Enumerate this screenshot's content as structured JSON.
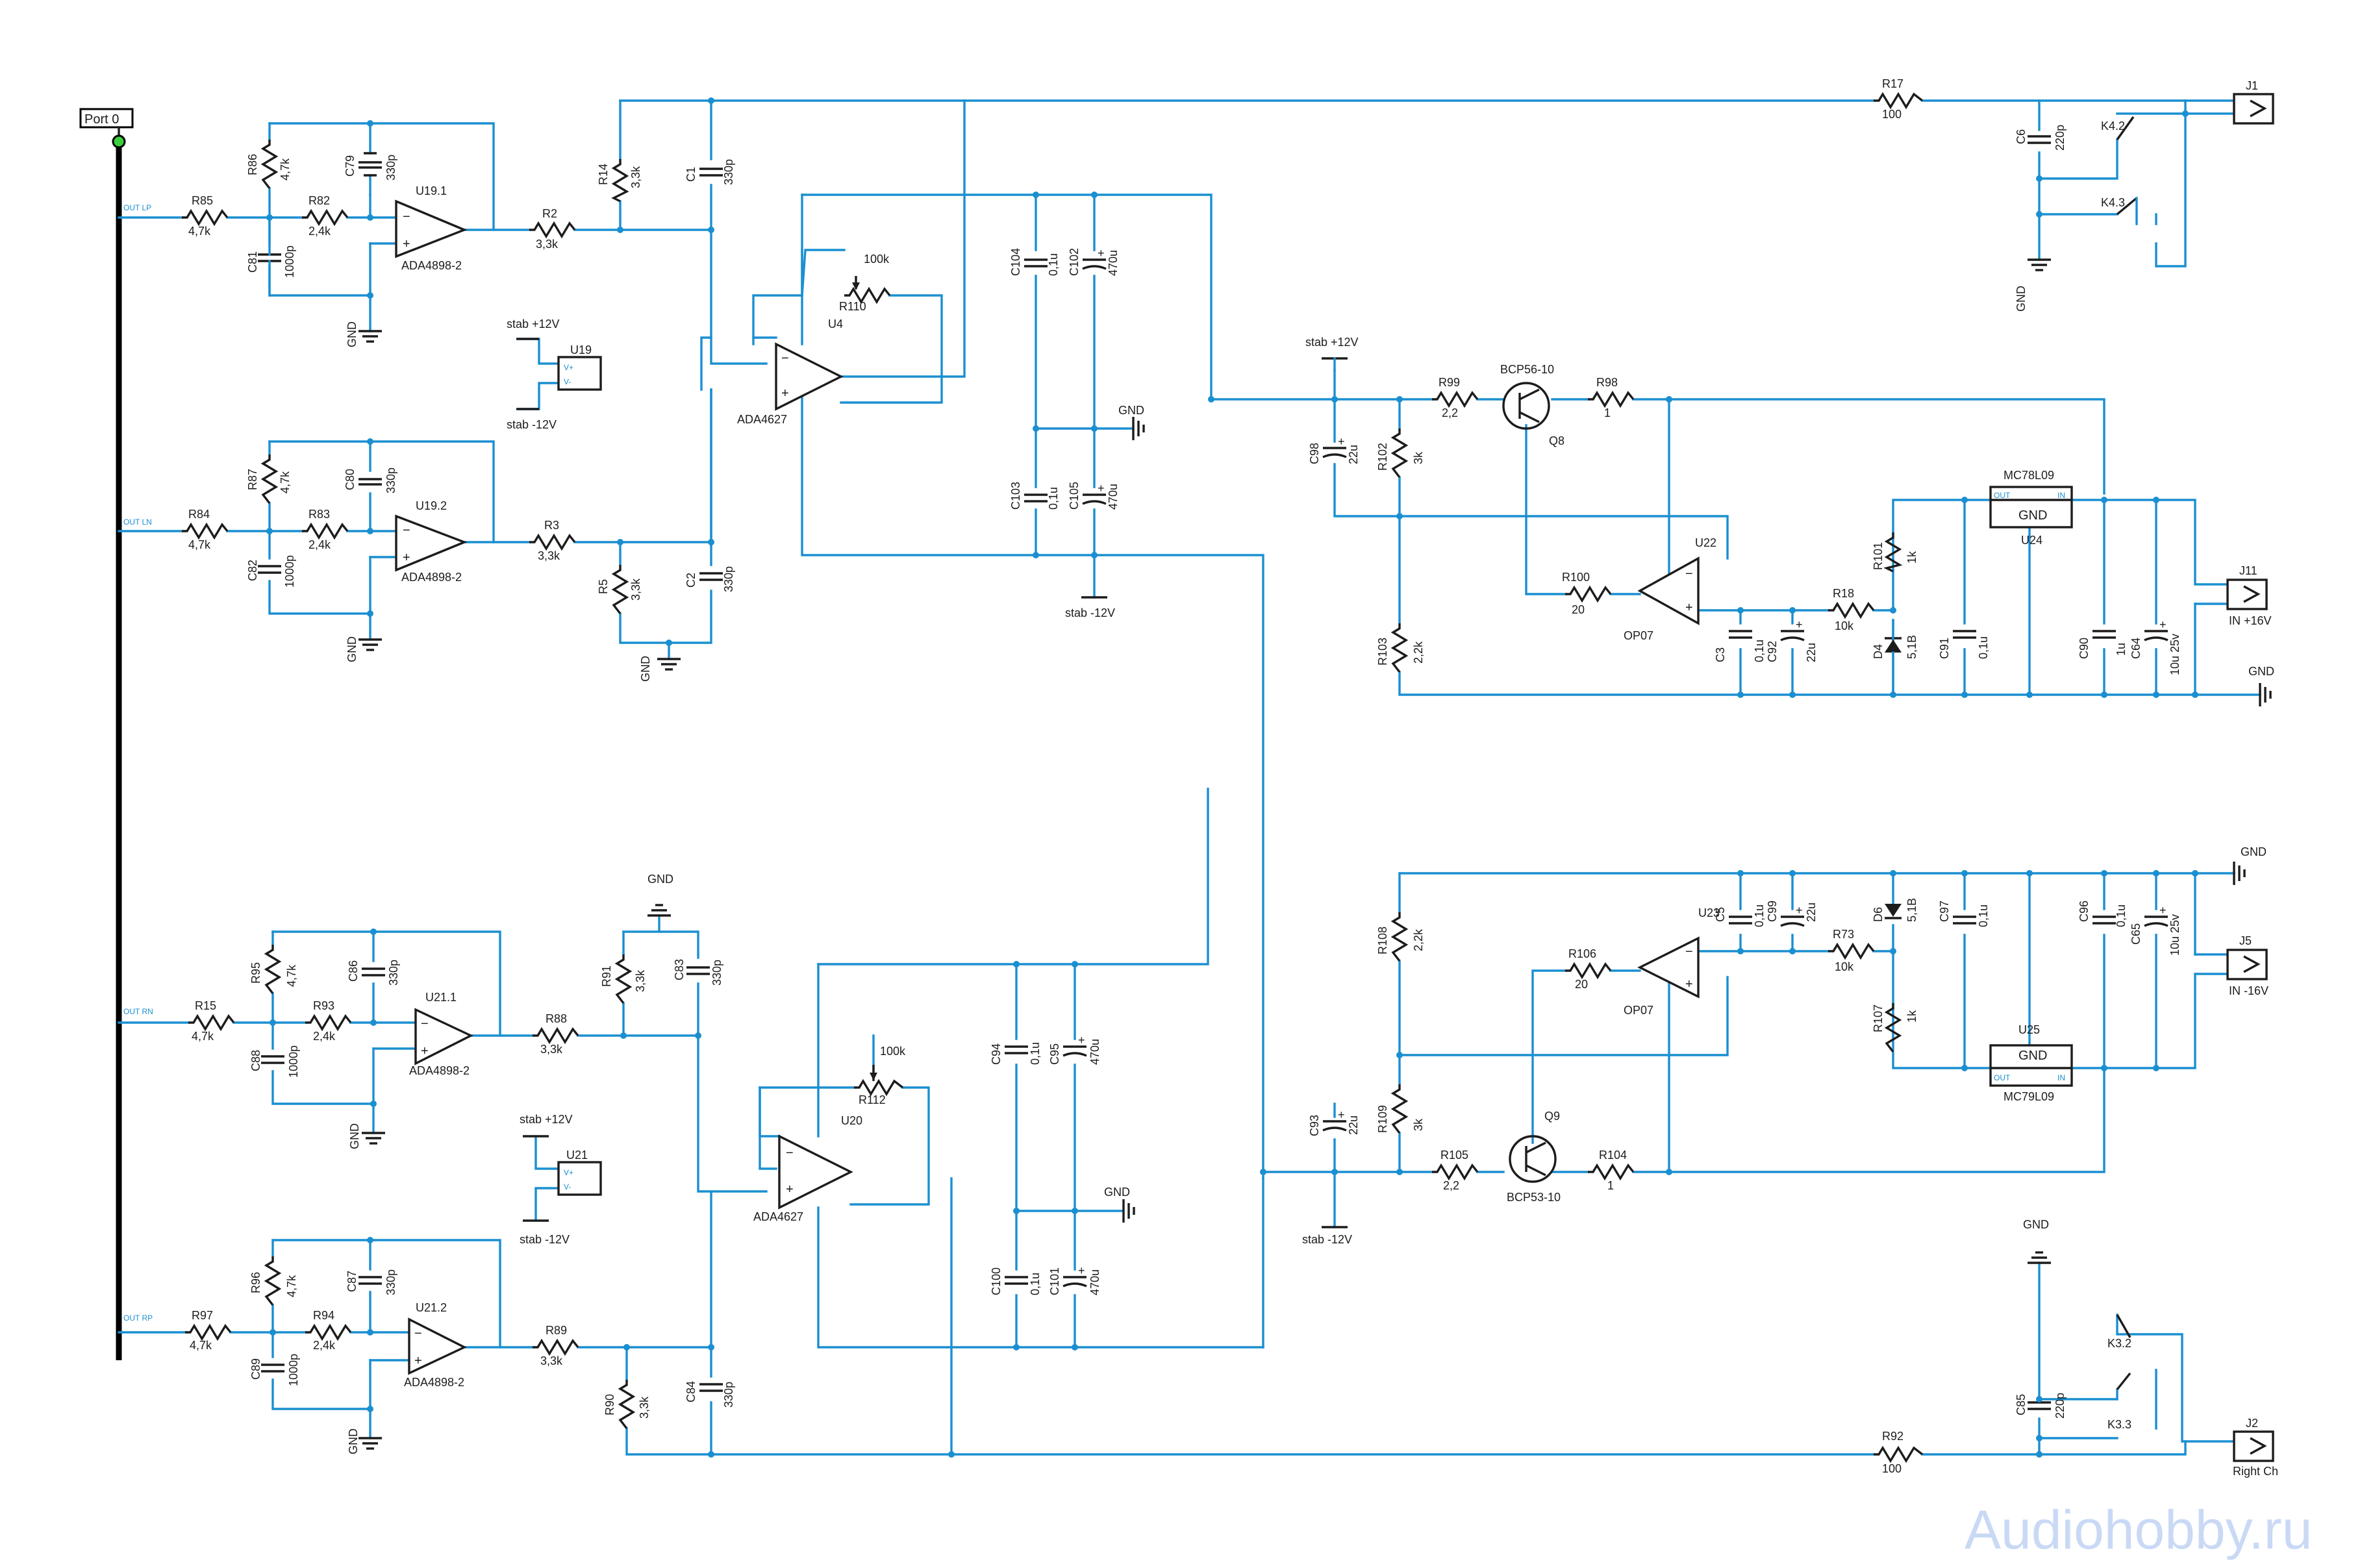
{
  "port": {
    "label": "Port 0"
  },
  "nets": [
    "OUT LP",
    "OUT LN",
    "OUT RN",
    "OUT RP"
  ],
  "watermark": "Audiohobby.ru",
  "labels": [
    "R85",
    "4,7k",
    "R86",
    "4,7k",
    "C79",
    "330p",
    "R82",
    "2,4k",
    "C81",
    "1000p",
    "U19.1",
    "ADA4898-2",
    "GND",
    "R2",
    "3,3k",
    "R14",
    "3,3k",
    "C1",
    "330p",
    "R84",
    "4,7k",
    "R87",
    "4,7k",
    "C80",
    "330p",
    "R83",
    "2,4k",
    "C82",
    "1000p",
    "U19.2",
    "ADA4898-2",
    "GND",
    "R3",
    "3,3k",
    "R5",
    "3,3k",
    "C2",
    "330p",
    "GND",
    "stab +12V",
    "U19",
    "V+",
    "V-",
    "stab -12V",
    "100k",
    "R110",
    "U4",
    "ADA4627",
    "C104",
    "0,1u",
    "C102",
    "470u",
    "GND",
    "C103",
    "0,1u",
    "C105",
    "470u",
    "stab -12V",
    "R15",
    "4,7k",
    "R95",
    "4,7k",
    "C86",
    "330p",
    "R93",
    "2,4k",
    "C88",
    "1000p",
    "U21.1",
    "ADA4898-2",
    "GND",
    "R88",
    "3,3k",
    "R91",
    "3,3k",
    "C83",
    "330p",
    "GND",
    "stab +12V",
    "U21",
    "V+",
    "V-",
    "stab -12V",
    "100k",
    "R112",
    "U20",
    "ADA4627",
    "C94",
    "0,1u",
    "C95",
    "470u",
    "GND",
    "C100",
    "0,1u",
    "C101",
    "470u",
    "R97",
    "4,7k",
    "R96",
    "4,7k",
    "C87",
    "330p",
    "R94",
    "2,4k",
    "C89",
    "1000p",
    "U21.2",
    "ADA4898-2",
    "GND",
    "R89",
    "3,3k",
    "R90",
    "3,3k",
    "C84",
    "330p",
    "R17",
    "100",
    "J1",
    "C6",
    "220p",
    "K4.2",
    "K4.3",
    "GND",
    "stab +12V",
    "C98",
    "22u",
    "R99",
    "2,2",
    "BCP56-10",
    "Q8",
    "R98",
    "1",
    "R102",
    "3k",
    "R100",
    "20",
    "U22",
    "OP07",
    "R103",
    "2,2k",
    "C3",
    "0,1u",
    "C92",
    "22u",
    "R18",
    "10k",
    "R101",
    "1k",
    "D4",
    "5,1B",
    "C91",
    "0,1u",
    "MC78L09",
    "OUT",
    "IN",
    "GND",
    "U24",
    "C90",
    "1u",
    "C64",
    "10u 25v",
    "J11",
    "IN +16V",
    "GND",
    "GND",
    "R108",
    "2,2k",
    "U23",
    "C5",
    "0,1u",
    "C99",
    "22u",
    "R106",
    "20",
    "OP07",
    "R73",
    "10k",
    "D6",
    "5,1B",
    "C97",
    "0,1u",
    "C96",
    "0,1u",
    "C65",
    "10u 25v",
    "J5",
    "IN -16V",
    "R107",
    "1k",
    "U25",
    "GND",
    "OUT",
    "IN",
    "MC79L09",
    "C93",
    "22u",
    "R109",
    "3k",
    "Q9",
    "R105",
    "2,2",
    "BCP53-10",
    "R104",
    "1",
    "stab -12V",
    "GND",
    "K3.2",
    "C85",
    "220p",
    "K3.3",
    "R92",
    "100",
    "J2",
    "Right Ch"
  ]
}
